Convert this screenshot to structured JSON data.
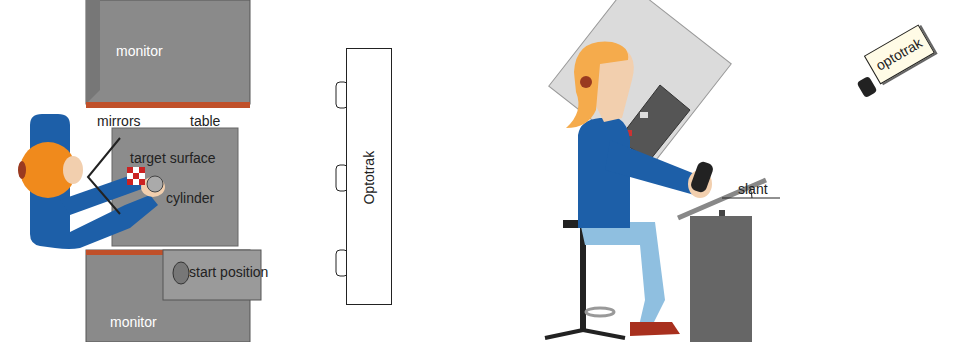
{
  "diagram": {
    "nodes": [
      {
        "text": [
          "monitor"
        ]
      },
      {
        "text": [
          "monitor"
        ]
      },
      {
        "text": [
          "Optotrak"
        ]
      },
      {
        "text": [
          "optotrak"
        ]
      }
    ],
    "labels": [
      "mirrors",
      "table",
      "target surface",
      "cylinder",
      "start position",
      "slant"
    ]
  }
}
